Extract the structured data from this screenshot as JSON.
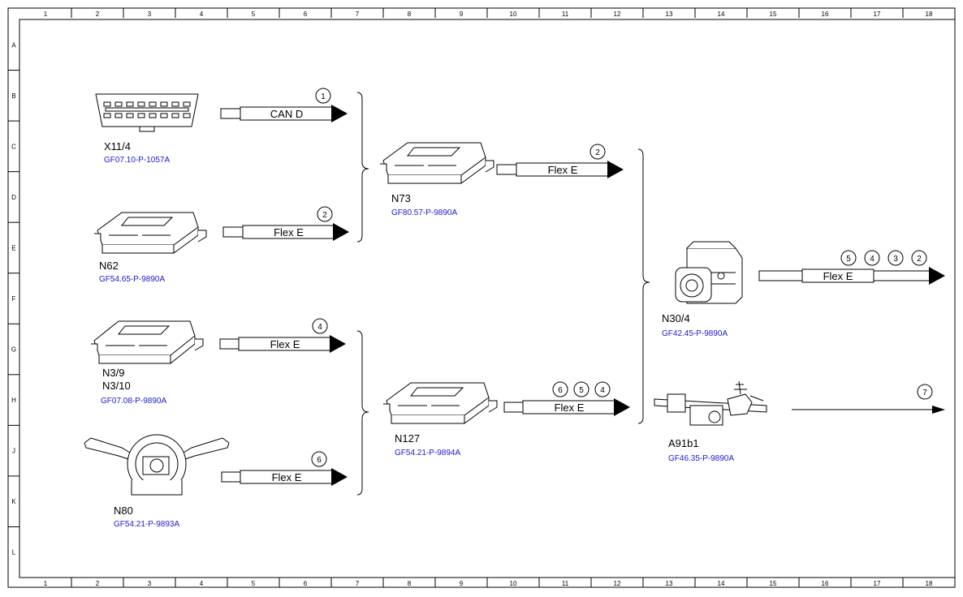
{
  "grid": {
    "columns": [
      "1",
      "2",
      "3",
      "4",
      "5",
      "6",
      "7",
      "8",
      "9",
      "10",
      "11",
      "12",
      "13",
      "14",
      "15",
      "16",
      "17",
      "18"
    ],
    "rows": [
      "A",
      "B",
      "C",
      "D",
      "E",
      "F",
      "G",
      "H",
      "J",
      "K",
      "L"
    ]
  },
  "components": {
    "x11_4": {
      "label": "X11/4",
      "ref": "GF07.10-P-1057A"
    },
    "n62": {
      "label": "N62",
      "ref": "GF54.65-P-9890A"
    },
    "n3_9": {
      "label": "N3/9",
      "label2": "N3/10",
      "ref": "GF07.08-P-9890A"
    },
    "n80": {
      "label": "N80",
      "ref": "GF54.21-P-9893A"
    },
    "n73": {
      "label": "N73",
      "ref": "GF80.57-P-9890A"
    },
    "n127": {
      "label": "N127",
      "ref": "GF54.21-P-9894A"
    },
    "n30_4": {
      "label": "N30/4",
      "ref": "GF42.45-P-9890A"
    },
    "a91b1": {
      "label": "A91b1",
      "ref": "GF46.35-P-9890A"
    }
  },
  "buses": {
    "x11_4": {
      "name": "CAN D",
      "numbers": [
        "1"
      ]
    },
    "n62": {
      "name": "Flex E",
      "numbers": [
        "2"
      ]
    },
    "n3_9": {
      "name": "Flex E",
      "numbers": [
        "4"
      ]
    },
    "n80": {
      "name": "Flex E",
      "numbers": [
        "6"
      ]
    },
    "n73": {
      "name": "Flex E",
      "numbers": [
        "2"
      ]
    },
    "n127": {
      "name": "Flex E",
      "numbers": [
        "6",
        "5",
        "4"
      ]
    },
    "n30_4": {
      "name": "Flex E",
      "numbers": [
        "5",
        "4",
        "3",
        "2"
      ]
    },
    "a91b1": {
      "name": "",
      "numbers": [
        "7"
      ]
    }
  }
}
